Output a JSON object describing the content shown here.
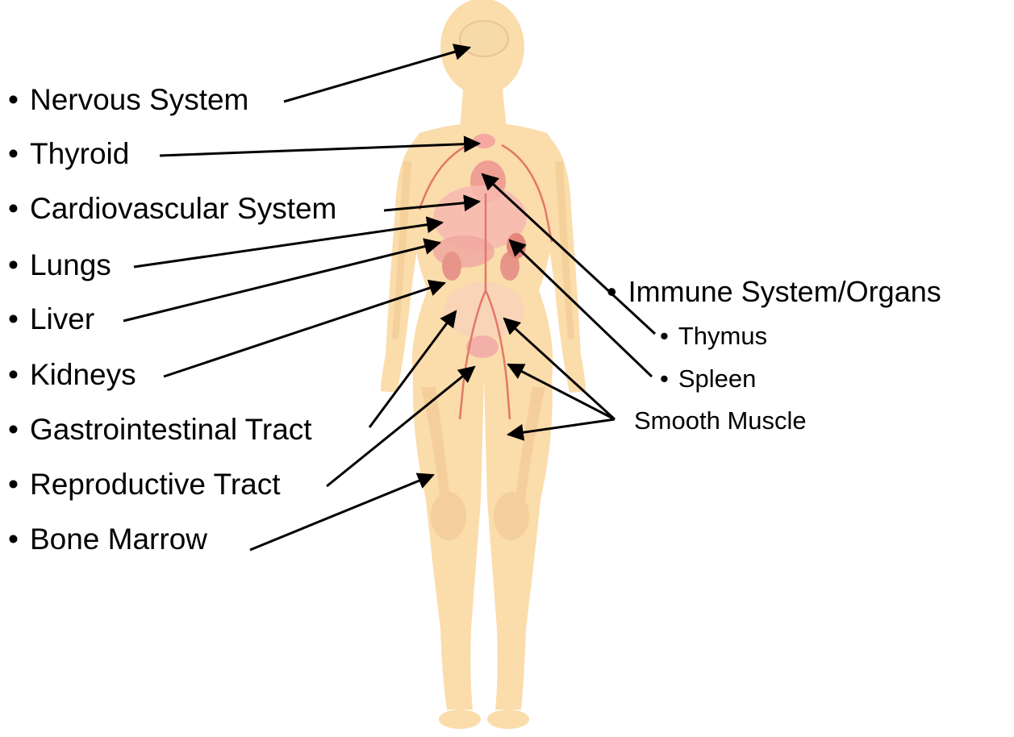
{
  "left_labels": [
    "Nervous System",
    "Thyroid",
    "Cardiovascular System",
    "Lungs",
    "Liver",
    "Kidneys",
    "Gastrointestinal Tract",
    "Reproductive Tract",
    "Bone Marrow"
  ],
  "right_labels": {
    "immune": "Immune System/Organs",
    "thymus": "Thymus",
    "spleen": "Spleen",
    "smooth_muscle": "Smooth Muscle"
  },
  "bullet": "•",
  "colors": {
    "skin": "#fbdcab",
    "skin_shadow": "#efc68e",
    "organ": "#f6b9b0",
    "vessel": "#e2786a",
    "arrow": "#000000"
  }
}
